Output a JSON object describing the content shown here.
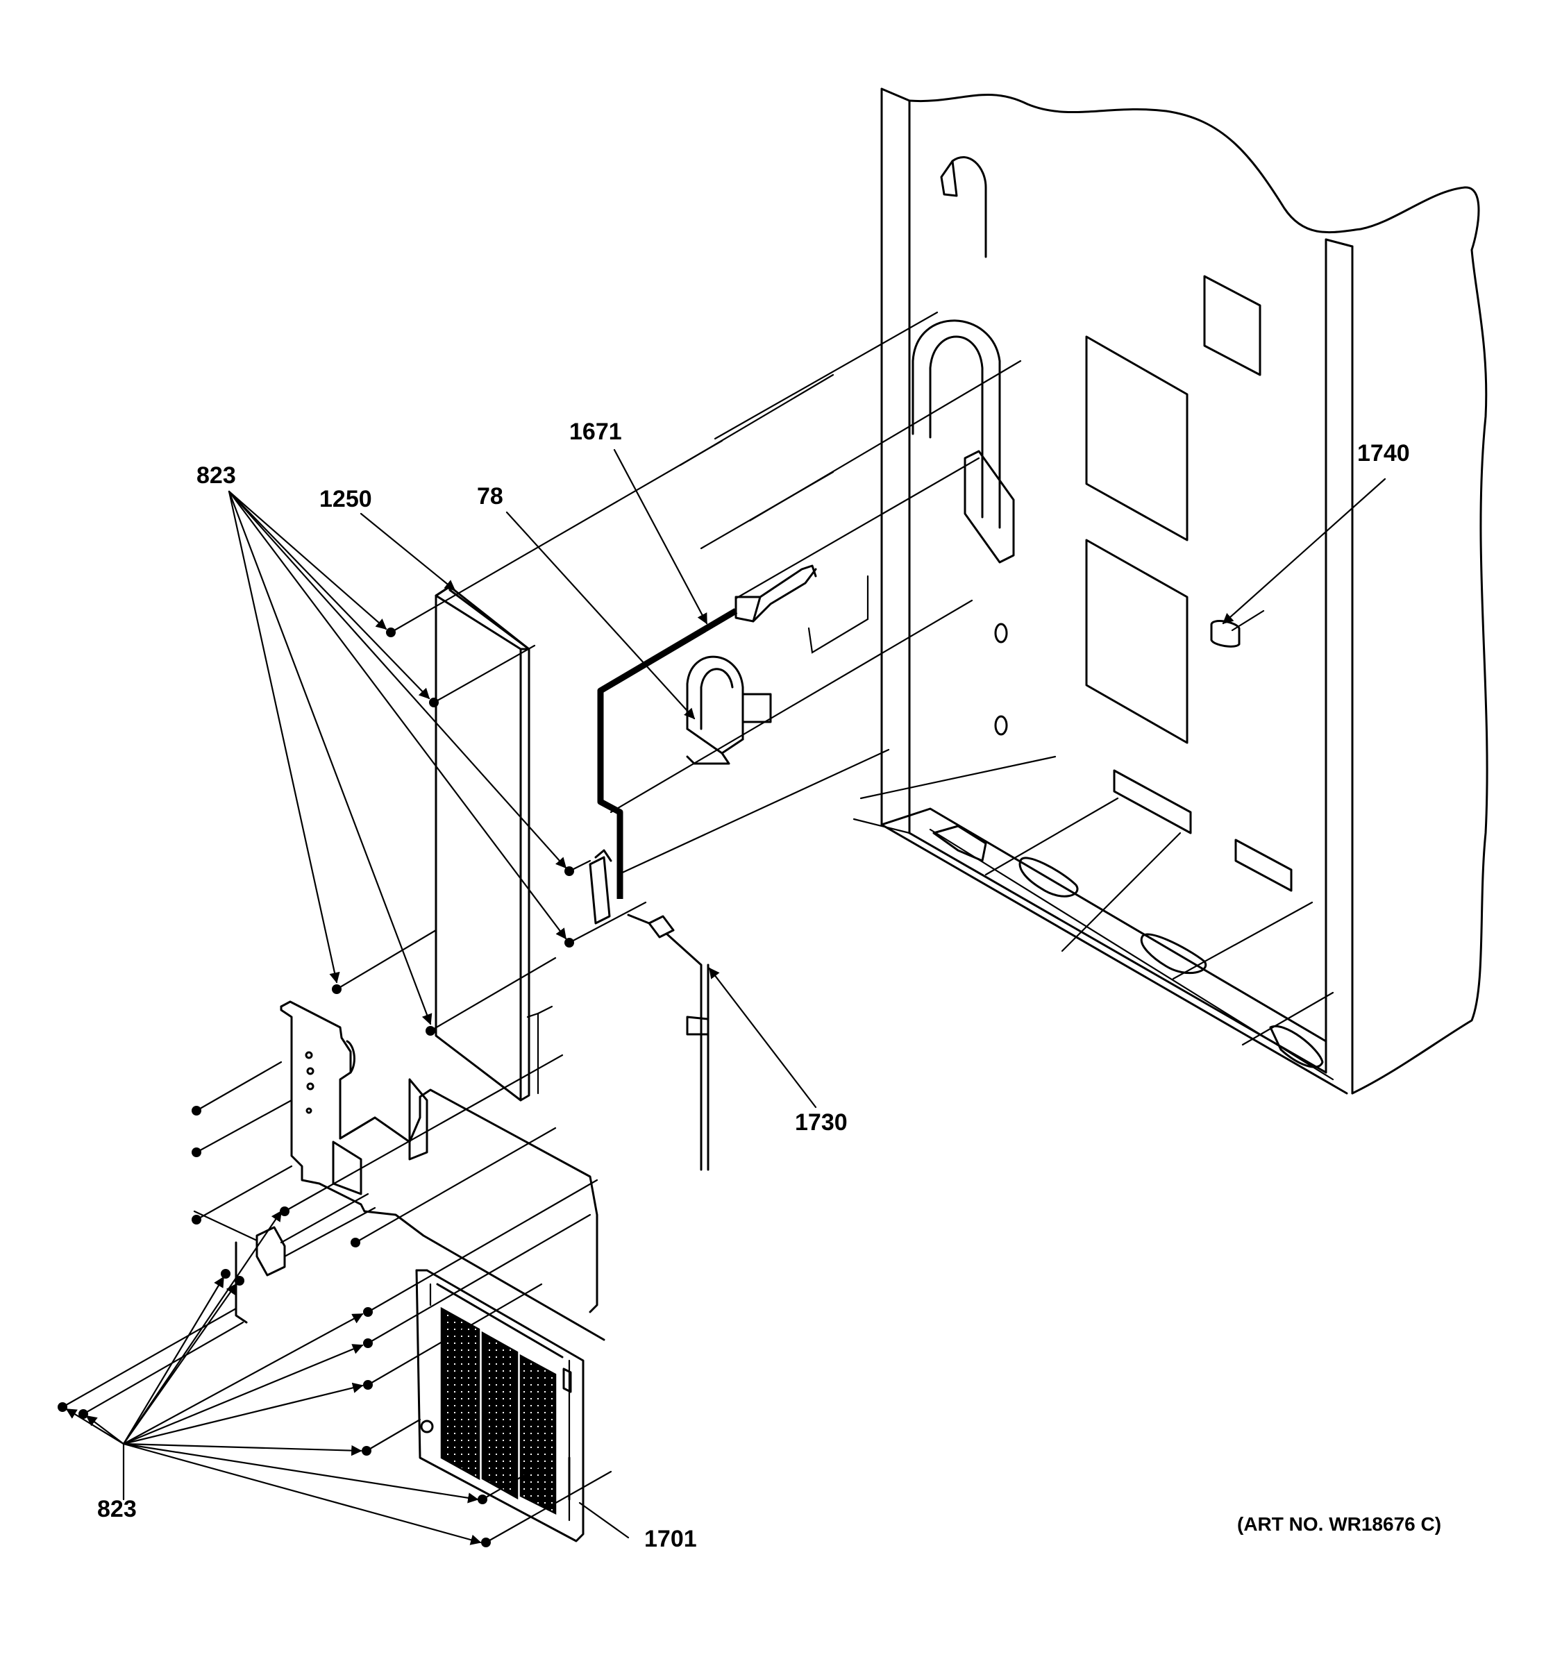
{
  "callouts": {
    "c823_top": "823",
    "c1250": "1250",
    "c78": "78",
    "c1671": "1671",
    "c1740": "1740",
    "c1730": "1730",
    "c823_bottom": "823",
    "c1701": "1701"
  },
  "art_number": "(ART NO. WR18676 C)"
}
